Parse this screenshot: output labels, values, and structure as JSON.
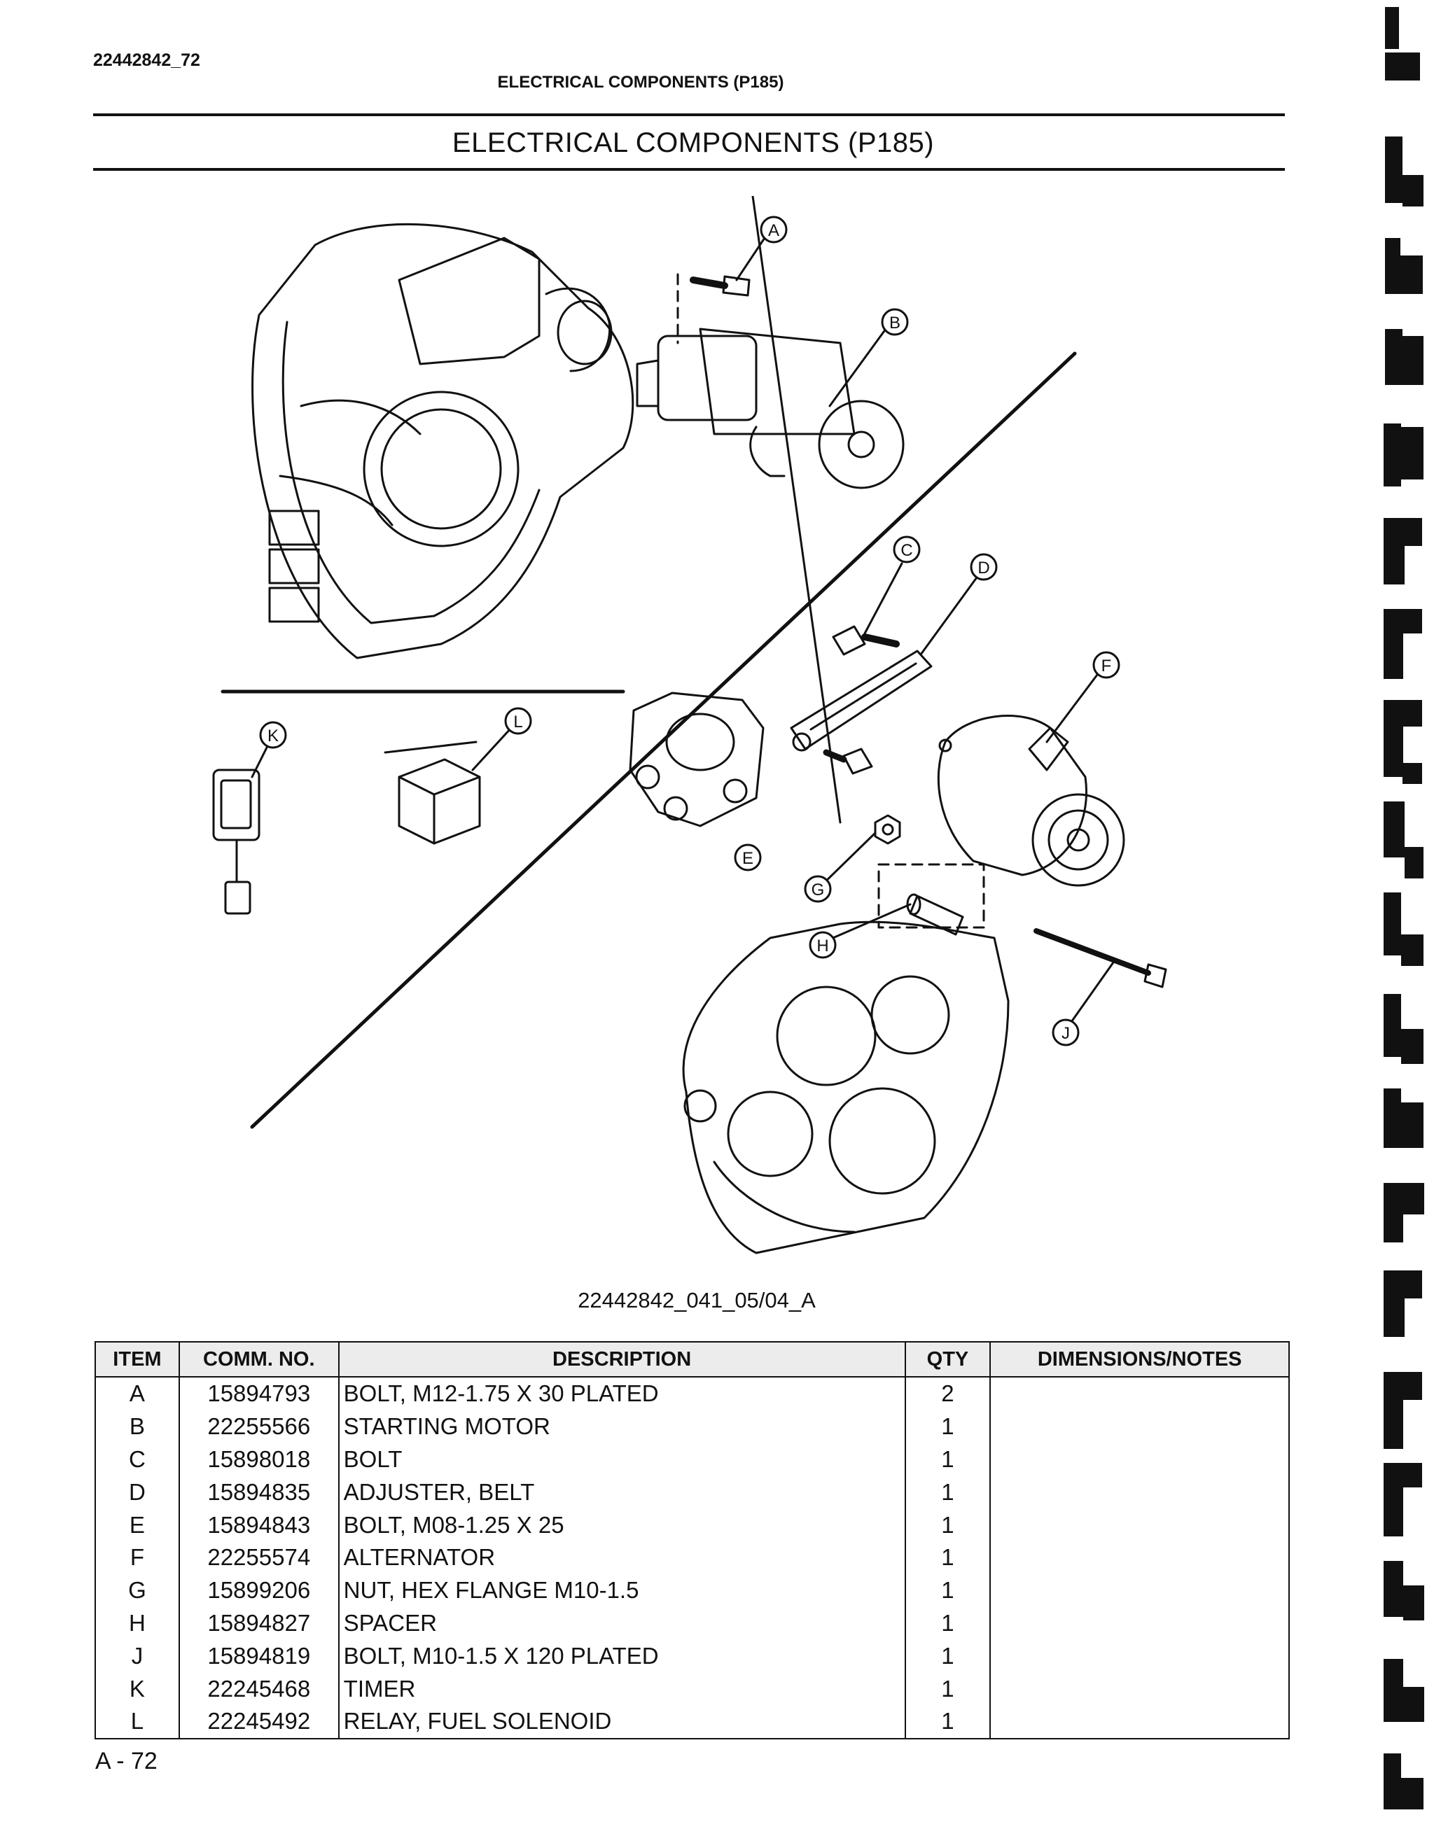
{
  "header": {
    "doc_id": "22442842_72",
    "running_title": "ELECTRICAL COMPONENTS (P185)",
    "title": "ELECTRICAL COMPONENTS (P185)"
  },
  "figure": {
    "figure_id": "22442842_041_05/04_A",
    "callouts": [
      "A",
      "B",
      "C",
      "D",
      "E",
      "F",
      "G",
      "H",
      "J",
      "K",
      "L"
    ]
  },
  "table": {
    "headers": [
      "ITEM",
      "COMM. NO.",
      "DESCRIPTION",
      "QTY",
      "DIMENSIONS/NOTES"
    ],
    "rows": [
      {
        "item": "A",
        "comm_no": "15894793",
        "description": "BOLT, M12-1.75 X 30 PLATED",
        "qty": "2",
        "notes": ""
      },
      {
        "item": "B",
        "comm_no": "22255566",
        "description": "STARTING MOTOR",
        "qty": "1",
        "notes": ""
      },
      {
        "item": "C",
        "comm_no": "15898018",
        "description": "BOLT",
        "qty": "1",
        "notes": ""
      },
      {
        "item": "D",
        "comm_no": "15894835",
        "description": "ADJUSTER, BELT",
        "qty": "1",
        "notes": ""
      },
      {
        "item": "E",
        "comm_no": "15894843",
        "description": "BOLT, M08-1.25 X 25",
        "qty": "1",
        "notes": ""
      },
      {
        "item": "F",
        "comm_no": "22255574",
        "description": "ALTERNATOR",
        "qty": "1",
        "notes": ""
      },
      {
        "item": "G",
        "comm_no": "15899206",
        "description": "NUT, HEX FLANGE M10-1.5",
        "qty": "1",
        "notes": ""
      },
      {
        "item": "H",
        "comm_no": "15894827",
        "description": "SPACER",
        "qty": "1",
        "notes": ""
      },
      {
        "item": "J",
        "comm_no": "15894819",
        "description": "BOLT, M10-1.5 X 120 PLATED",
        "qty": "1",
        "notes": ""
      },
      {
        "item": "K",
        "comm_no": "22245468",
        "description": "TIMER",
        "qty": "1",
        "notes": ""
      },
      {
        "item": "L",
        "comm_no": "22245492",
        "description": "RELAY, FUEL SOLENOID",
        "qty": "1",
        "notes": ""
      }
    ]
  },
  "footer": {
    "page_number": "A - 72"
  }
}
